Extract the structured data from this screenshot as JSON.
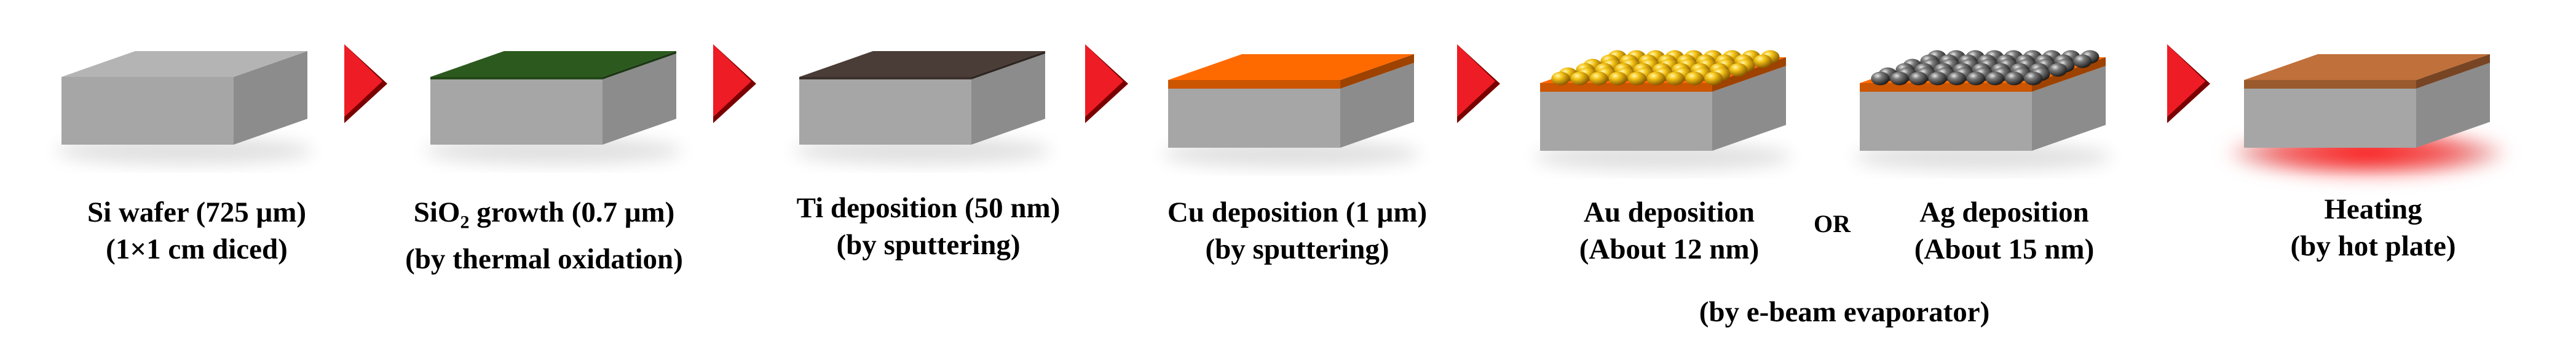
{
  "steps": [
    {
      "line1": "Si wafer (725 μm)",
      "line2": "(1×1 cm diced)",
      "top_color": "#b4b4b4",
      "layer": "none"
    },
    {
      "line1_pre": "SiO",
      "line1_sub": "2",
      "line1_post": " growth (0.7 μm)",
      "line2": "(by thermal oxidation)",
      "top_color": "#2c5a1e",
      "layer": "thin"
    },
    {
      "line1": "Ti deposition (50 nm)",
      "line2": "(by sputtering)",
      "top_color": "#4a3c36",
      "layer": "thin"
    },
    {
      "line1": "Cu deposition (1 μm)",
      "line2": "(by sputtering)",
      "top_color": "#ff6a00",
      "layer": "thick"
    },
    {
      "line1": "Au deposition",
      "line2": "(About 12 nm)",
      "top_color": "#ff6a00",
      "layer": "au"
    },
    {
      "line1": "Ag deposition",
      "line2": "(About 15 nm)",
      "top_color": "#ff6a00",
      "layer": "ag"
    },
    {
      "line1": "Heating",
      "line2": "(by hot plate)",
      "top_color": "#c0703a",
      "layer": "heat"
    }
  ],
  "or_label": "OR",
  "footer_label": "(by e-beam evaporator)",
  "colors": {
    "arrow": "#ee1c24",
    "wafer_top": "#b9b9b9",
    "wafer_front": "#a6a6a6",
    "wafer_side": "#8c8c8c",
    "gold": "#f2c21a",
    "silver": "#6e6e6e",
    "glow": "#ff0000"
  },
  "icons": [
    "arrow-right-icon",
    "wafer-block-icon"
  ]
}
